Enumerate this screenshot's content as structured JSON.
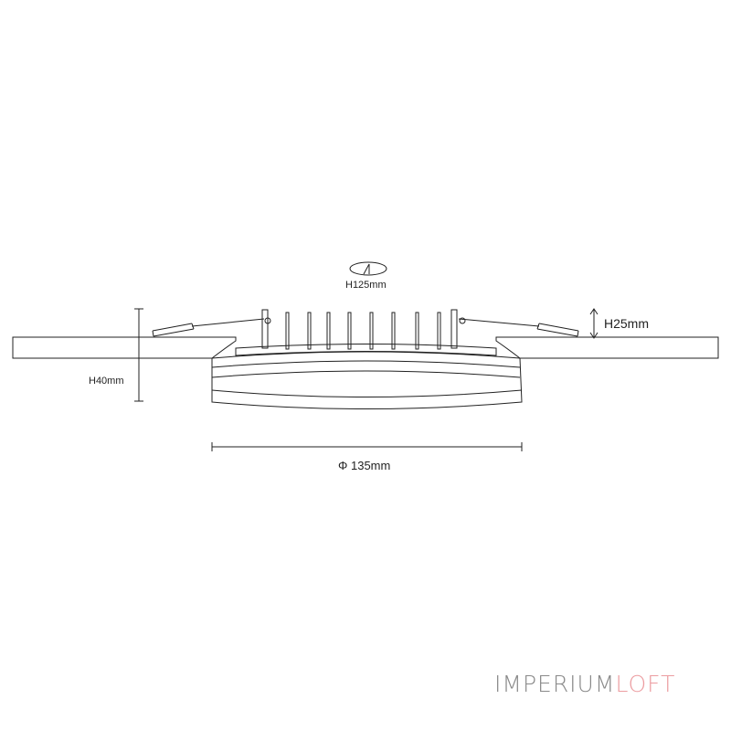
{
  "dimensions": {
    "cutout_height_label": "H125mm",
    "spring_height_label": "H25mm",
    "total_height_label": "H40mm",
    "diameter_label": "Φ 135mm"
  },
  "brand": {
    "part1": "IMPERIUM",
    "part2": "LOFT",
    "part1_color": "#8a8a8a",
    "part2_color": "#ec9da1"
  },
  "colors": {
    "line": "#222222"
  },
  "icons": [
    "hole-cutout-icon"
  ]
}
